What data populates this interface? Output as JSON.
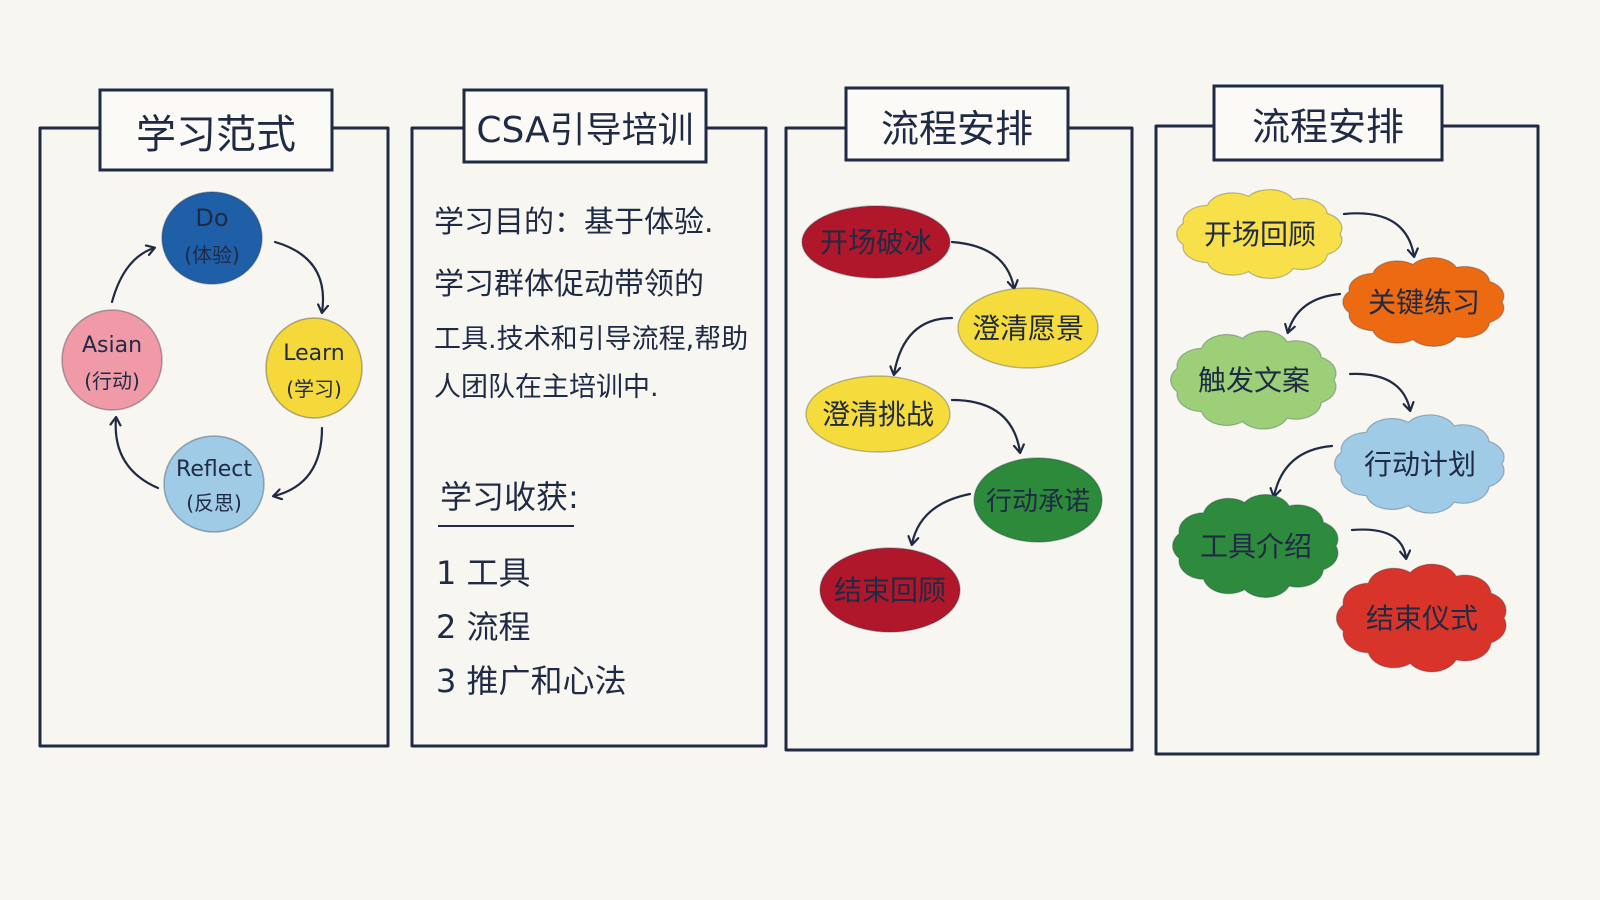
{
  "panels": [
    {
      "title": "学习范式",
      "nodes": [
        {
          "label": "Do",
          "sub": "(体验)",
          "color": "#1f5fa8",
          "text_color": "#0f1e3a"
        },
        {
          "label": "Learn",
          "sub": "(学习)",
          "color": "#f5d93a",
          "text_color": "#1f2a44"
        },
        {
          "label": "Reflect",
          "sub": "(反思)",
          "color": "#9fcbe6",
          "text_color": "#1f2a44"
        },
        {
          "label": "Asian",
          "sub": "(行动)",
          "color": "#ef9aa6",
          "text_color": "#1f2a44"
        }
      ]
    },
    {
      "title": "CSA引导培训",
      "purpose_lines": [
        "学习目的：基于体验.",
        "学习群体促动带领的",
        "工具.技术和引导流程,帮助",
        "人团队在主培训中."
      ],
      "gains_title": "学习收获:",
      "gains": [
        "1 工具",
        "2 流程",
        "3 推广和心法"
      ]
    },
    {
      "title": "流程安排",
      "steps": [
        {
          "label": "开场破冰",
          "color": "#b0172a",
          "text_color": "#1b1b1b"
        },
        {
          "label": "澄清愿景",
          "color": "#f5dc3c",
          "text_color": "#1f2a44"
        },
        {
          "label": "澄清挑战",
          "color": "#f5dc3c",
          "text_color": "#1f2a44"
        },
        {
          "label": "行动承诺",
          "color": "#2c8a3a",
          "text_color": "#0f1e1a"
        },
        {
          "label": "结束回顾",
          "color": "#b0172a",
          "text_color": "#1b1b1b"
        }
      ]
    },
    {
      "title": "流程安排",
      "steps": [
        {
          "label": "开场回顾",
          "color": "#f8e04a",
          "text_color": "#1f2a44"
        },
        {
          "label": "关键练习",
          "color": "#ec6a12",
          "text_color": "#1f2a44"
        },
        {
          "label": "触发文案",
          "color": "#9ccf78",
          "text_color": "#1f2a44"
        },
        {
          "label": "行动计划",
          "color": "#9fcbe6",
          "text_color": "#1f2a44"
        },
        {
          "label": "工具介绍",
          "color": "#2e8a3c",
          "text_color": "#0f1e1a"
        },
        {
          "label": "结束仪式",
          "color": "#d9342a",
          "text_color": "#1b1b1b"
        }
      ]
    }
  ]
}
